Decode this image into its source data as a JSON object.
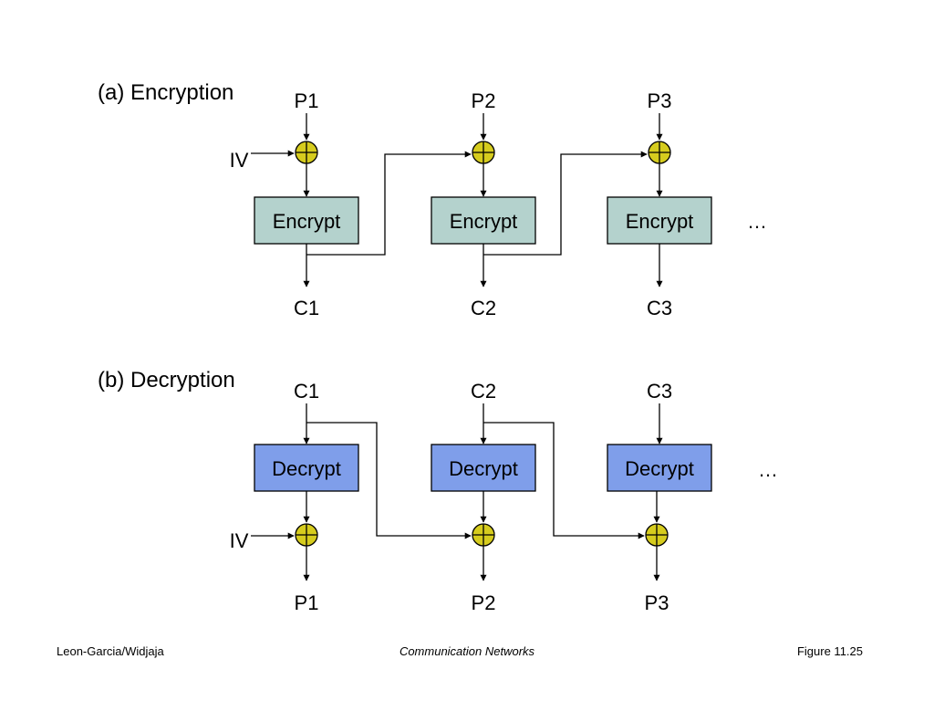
{
  "encryption": {
    "title": "(a) Encryption",
    "inputs": [
      "P1",
      "P2",
      "P3"
    ],
    "iv_label": "IV",
    "block_label": "Encrypt",
    "outputs": [
      "C1",
      "C2",
      "C3"
    ],
    "continuation": "…"
  },
  "decryption": {
    "title": "(b) Decryption",
    "inputs": [
      "C1",
      "C2",
      "C3"
    ],
    "iv_label": "IV",
    "block_label": "Decrypt",
    "outputs": [
      "P1",
      "P2",
      "P3"
    ],
    "continuation": "…"
  },
  "footer": {
    "left": "Leon-Garcia/Widjaja",
    "center": "Communication Networks",
    "right": "Figure 11.25"
  },
  "colors": {
    "encrypt_fill": "#b4d2cd",
    "decrypt_fill": "#7f9eea",
    "xor_fill": "#d6cc1e",
    "stroke": "#000000"
  }
}
